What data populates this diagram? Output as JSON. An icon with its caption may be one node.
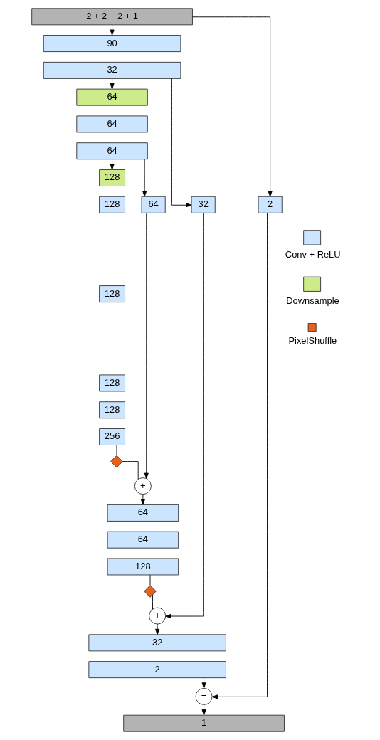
{
  "diagram": {
    "nodes": [
      {
        "text": [
          "2 + 2 + 2 + 1"
        ]
      },
      {
        "text": [
          "90"
        ]
      },
      {
        "text": [
          "32"
        ]
      },
      {
        "text": [
          "64"
        ]
      },
      {
        "text": [
          "64"
        ]
      },
      {
        "text": [
          "64"
        ]
      },
      {
        "text": [
          "128"
        ]
      },
      {
        "text": [
          "128"
        ]
      },
      {
        "text": [
          "128"
        ]
      },
      {
        "text": [
          "128"
        ]
      },
      {
        "text": [
          "128"
        ]
      },
      {
        "text": [
          "256"
        ]
      },
      {
        "text": [
          "64"
        ]
      },
      {
        "text": [
          "32"
        ]
      },
      {
        "text": [
          "2"
        ]
      },
      {
        "text": [],
        "shape": "diamond"
      },
      {
        "text": [
          "+"
        ]
      },
      {
        "text": [
          "64"
        ]
      },
      {
        "text": [
          "64"
        ]
      },
      {
        "text": [
          "128"
        ]
      },
      {
        "text": [],
        "shape": "diamond"
      },
      {
        "text": [
          "+"
        ]
      },
      {
        "text": [
          "32"
        ]
      },
      {
        "text": [
          "2"
        ]
      },
      {
        "text": [
          "+"
        ]
      },
      {
        "text": [
          "1"
        ]
      }
    ],
    "edges": [
      {
        "from": 0,
        "to": 1,
        "arrow": "to"
      },
      {
        "from": 0,
        "to": 14,
        "arrow": "to"
      },
      {
        "from": 2,
        "to": 3,
        "arrow": "to"
      },
      {
        "from": 2,
        "to": 13,
        "arrow": "to"
      },
      {
        "from": 5,
        "to": 6,
        "arrow": "to"
      },
      {
        "from": 5,
        "to": 12,
        "arrow": "to"
      },
      {
        "from": 11,
        "to": 15,
        "arrow": "none"
      },
      {
        "from": 15,
        "to": 16,
        "arrow": "none"
      },
      {
        "from": 12,
        "to": 16,
        "arrow": "to"
      },
      {
        "from": 16,
        "to": 17,
        "arrow": "to"
      },
      {
        "from": 19,
        "to": 20,
        "arrow": "none"
      },
      {
        "from": 20,
        "to": 21,
        "arrow": "none"
      },
      {
        "from": 13,
        "to": 21,
        "arrow": "to"
      },
      {
        "from": 21,
        "to": 22,
        "arrow": "to"
      },
      {
        "from": 23,
        "to": 24,
        "arrow": "to"
      },
      {
        "from": 14,
        "to": 24,
        "arrow": "to"
      },
      {
        "from": 24,
        "to": 25,
        "arrow": "to"
      }
    ],
    "legend": [
      {
        "text": "Conv + ReLU",
        "color": "#cce5ff"
      },
      {
        "text": "Downsample",
        "color": "#cdeb8b"
      },
      {
        "text": "PixelShuffle"
      }
    ]
  }
}
